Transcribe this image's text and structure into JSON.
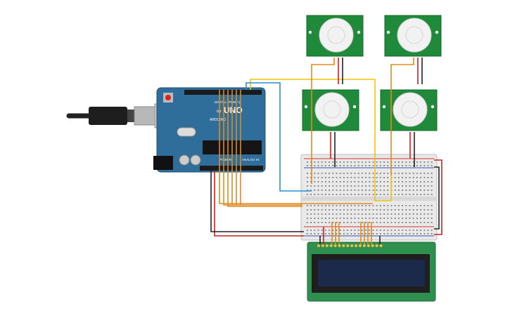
{
  "board": {
    "logo": "∞",
    "model": "UNO",
    "brand": "ARDUINO",
    "digital_label": "DIGITAL (PWM ~)",
    "power_label": "POWER",
    "analog_label": "ANALOG IN",
    "color": "#2f6d9b"
  },
  "pir_sensors": [
    {
      "id": "pir-1"
    },
    {
      "id": "pir-2"
    },
    {
      "id": "pir-3"
    },
    {
      "id": "pir-4"
    }
  ],
  "lcd": {
    "pins": 16,
    "screen_color": "#1b2a4a",
    "board_color": "#2f8f4e"
  },
  "wire_colors": {
    "orange": "#e08a1e",
    "yellow": "#f2c40a",
    "blue": "#2a8fd0",
    "red": "#d11f1f",
    "black": "#222222"
  }
}
